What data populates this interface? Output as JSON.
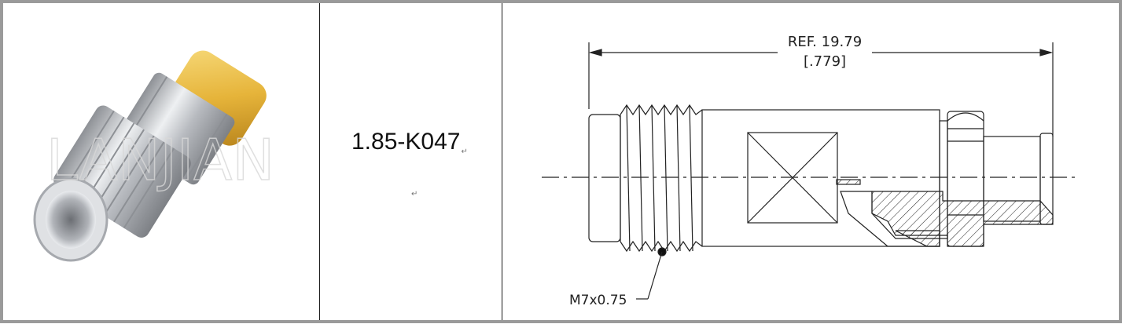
{
  "table": {
    "part_number": "1.85-K047",
    "paragraph_mark": "↵"
  },
  "photo": {
    "watermark": "LANJIAN",
    "colors": {
      "body": "#c9ccd0",
      "gold": "#e6b43a"
    }
  },
  "drawing": {
    "dimension_mm": "REF. 19.79",
    "dimension_in": "[.779]",
    "thread_callout": "M7x0.75"
  }
}
